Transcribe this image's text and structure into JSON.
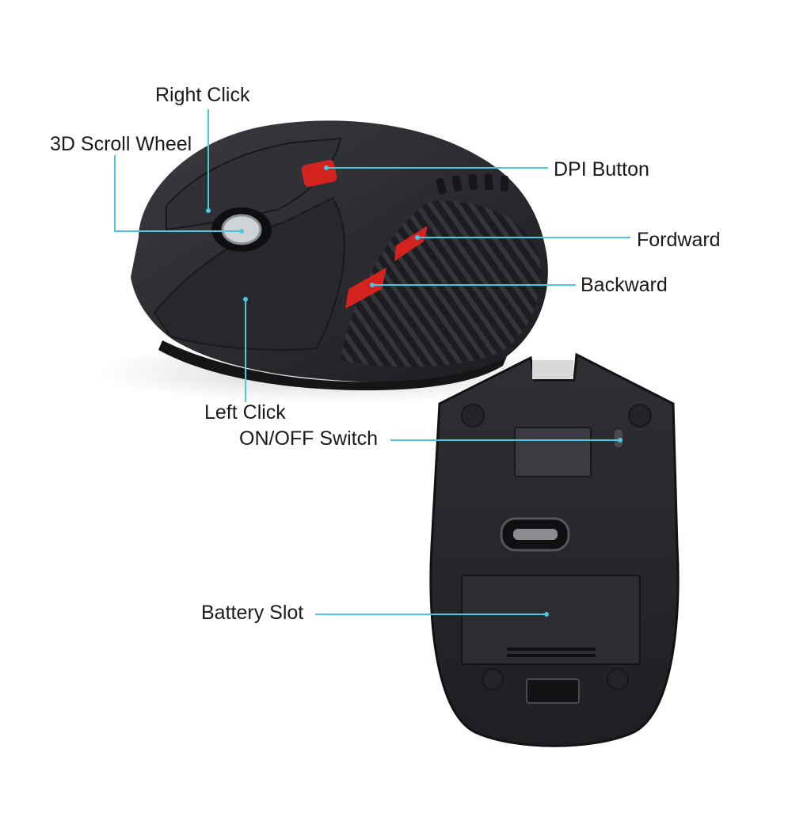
{
  "callouts": {
    "right_click": "Right Click",
    "scroll_wheel": "3D Scroll Wheel",
    "dpi_button": "DPI Button",
    "forward": "Fordward",
    "backward": "Backward",
    "left_click": "Left Click",
    "on_off_switch": "ON/OFF Switch",
    "battery_slot": "Battery Slot"
  },
  "colors": {
    "leader_line": "#49c9dd",
    "mouse_body": "#2a2b2f",
    "accent_buttons": "#d4231f"
  }
}
